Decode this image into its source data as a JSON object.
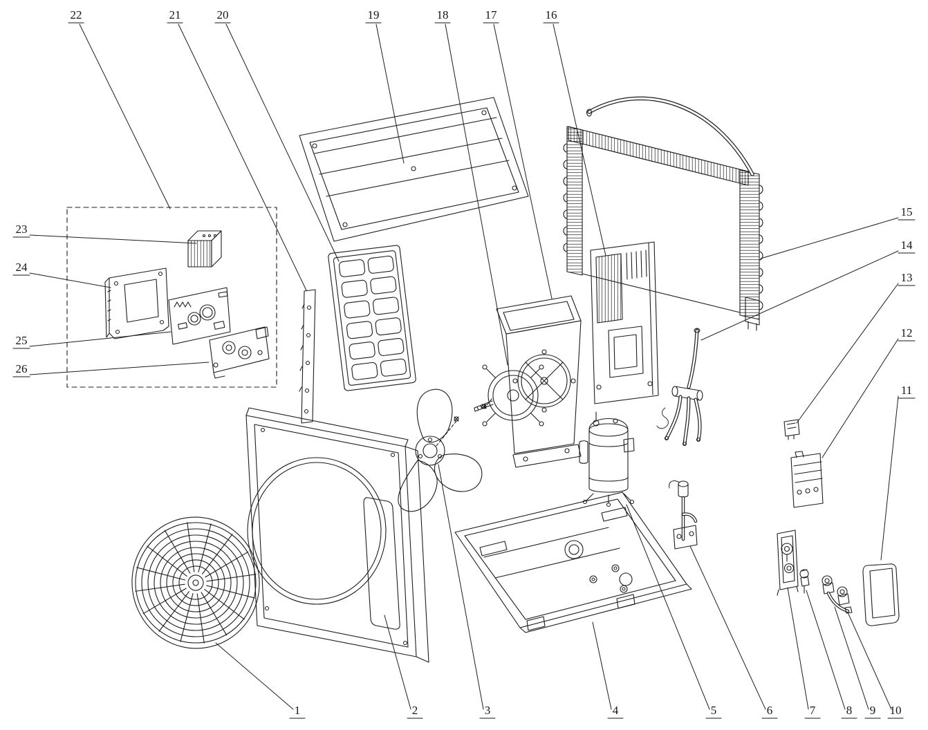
{
  "diagram": {
    "type": "exploded-parts-diagram",
    "colors": {
      "line": "#1c1c1c",
      "background": "#ffffff"
    },
    "labels": [
      {
        "text": "1"
      },
      {
        "text": "2"
      },
      {
        "text": "3"
      },
      {
        "text": "4"
      },
      {
        "text": "5"
      },
      {
        "text": "6"
      },
      {
        "text": "7"
      },
      {
        "text": "8"
      },
      {
        "text": "9"
      },
      {
        "text": "10"
      },
      {
        "text": "11"
      },
      {
        "text": "12"
      },
      {
        "text": "13"
      },
      {
        "text": "14"
      },
      {
        "text": "15"
      },
      {
        "text": "16"
      },
      {
        "text": "17"
      },
      {
        "text": "18"
      },
      {
        "text": "19"
      },
      {
        "text": "20"
      },
      {
        "text": "21"
      },
      {
        "text": "22"
      },
      {
        "text": "23"
      },
      {
        "text": "24"
      },
      {
        "text": "25"
      },
      {
        "text": "26"
      }
    ]
  }
}
